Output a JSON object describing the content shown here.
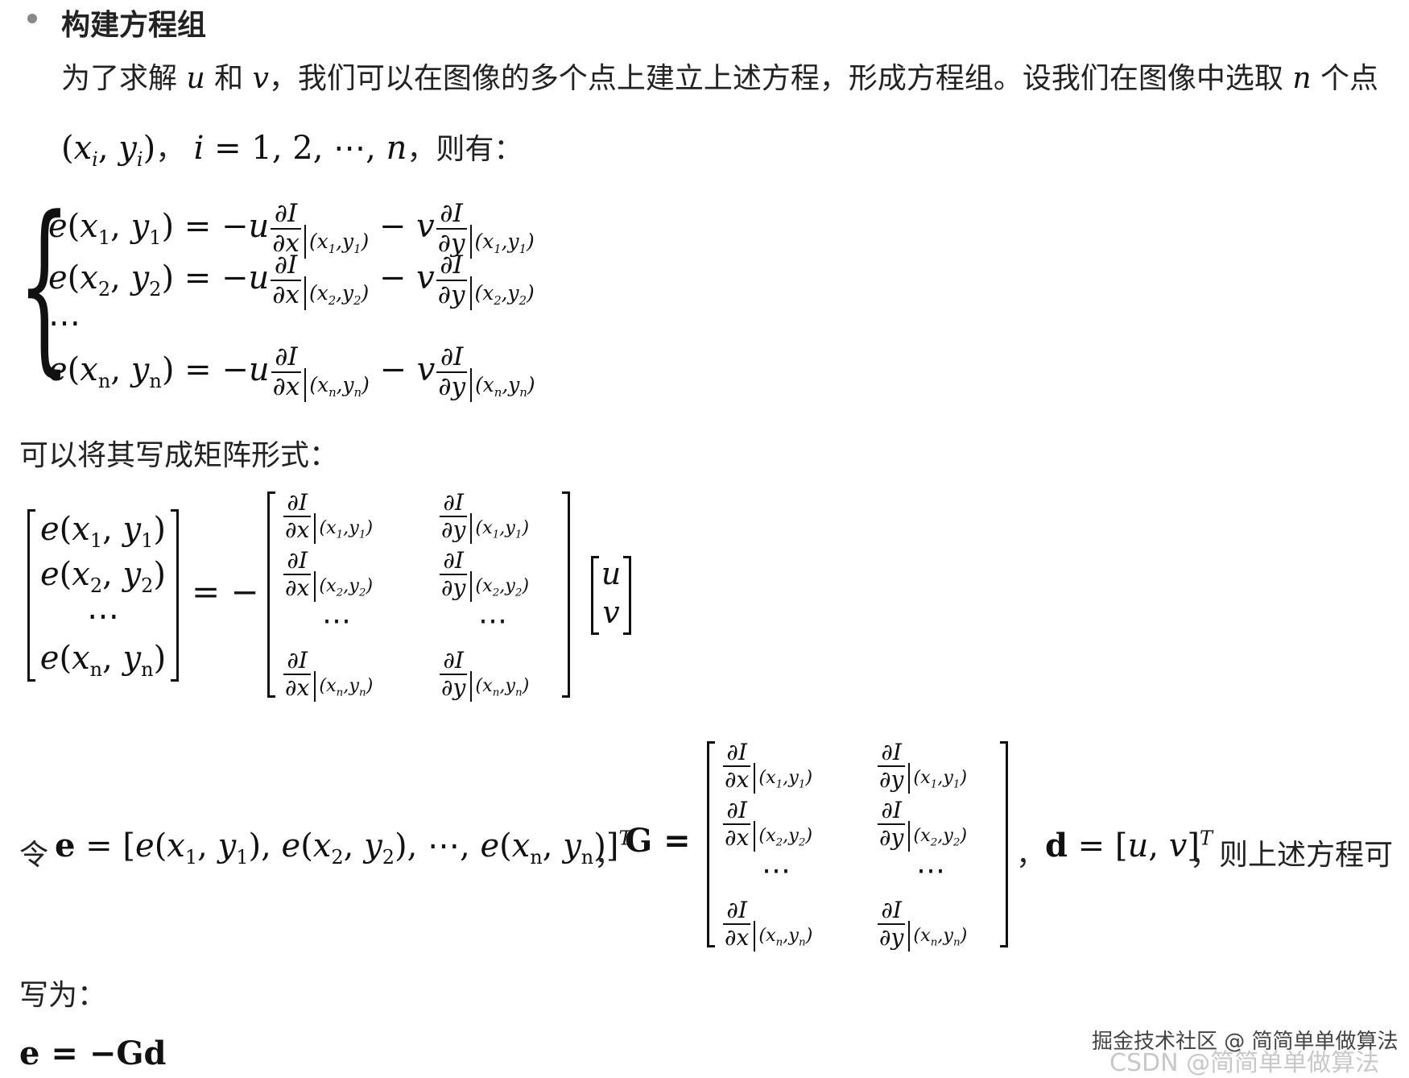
{
  "heading": "构建方程组",
  "intro": {
    "p1": "为了求解",
    "u": "u",
    "and": "和",
    "v": "v",
    "p2": "，我们可以在图像的多个点上建立上述方程，形成方程组。设我们在图像中选取",
    "n": "n",
    "p3": "个点",
    "points_expr": "(xi, yi)",
    "sep": "，",
    "index_expr": "i = 1, 2, ⋯, n",
    "p4": "，则有："
  },
  "system": {
    "lhs": [
      "e(x1, y1)",
      "e(x2, y2)",
      "⋯",
      "e(xn, yn)"
    ],
    "rhs": [
      "= −u ∂I/∂x |(x1,y1) − v ∂I/∂y |(x1,y1)",
      "= −u ∂I/∂x |(x2,y2) − v ∂I/∂y |(x2,y2)",
      "",
      "= −u ∂I/∂x |(xn,yn) − v ∂I/∂y |(xn,yn)"
    ]
  },
  "matrix_intro": "可以将其写成矩阵形式：",
  "matrix_eq": {
    "equals": "= −",
    "u": "u",
    "v": "v",
    "dots": "⋯"
  },
  "definition": {
    "let": "令",
    "e_def": "e = [e(x1,y1), e(x2,y2), ⋯, e(xn,yn)]T",
    "comma": "，",
    "g_def": "G =",
    "d_def": "d = [u, v]T",
    "tail": "，则上述方程可"
  },
  "write_as": "写为：",
  "final_eq": "e = −Gd",
  "watermark": {
    "line1": "掘金技术社区 @ 简简单单做算法",
    "line2": "CSDN @简简单单做算法"
  }
}
